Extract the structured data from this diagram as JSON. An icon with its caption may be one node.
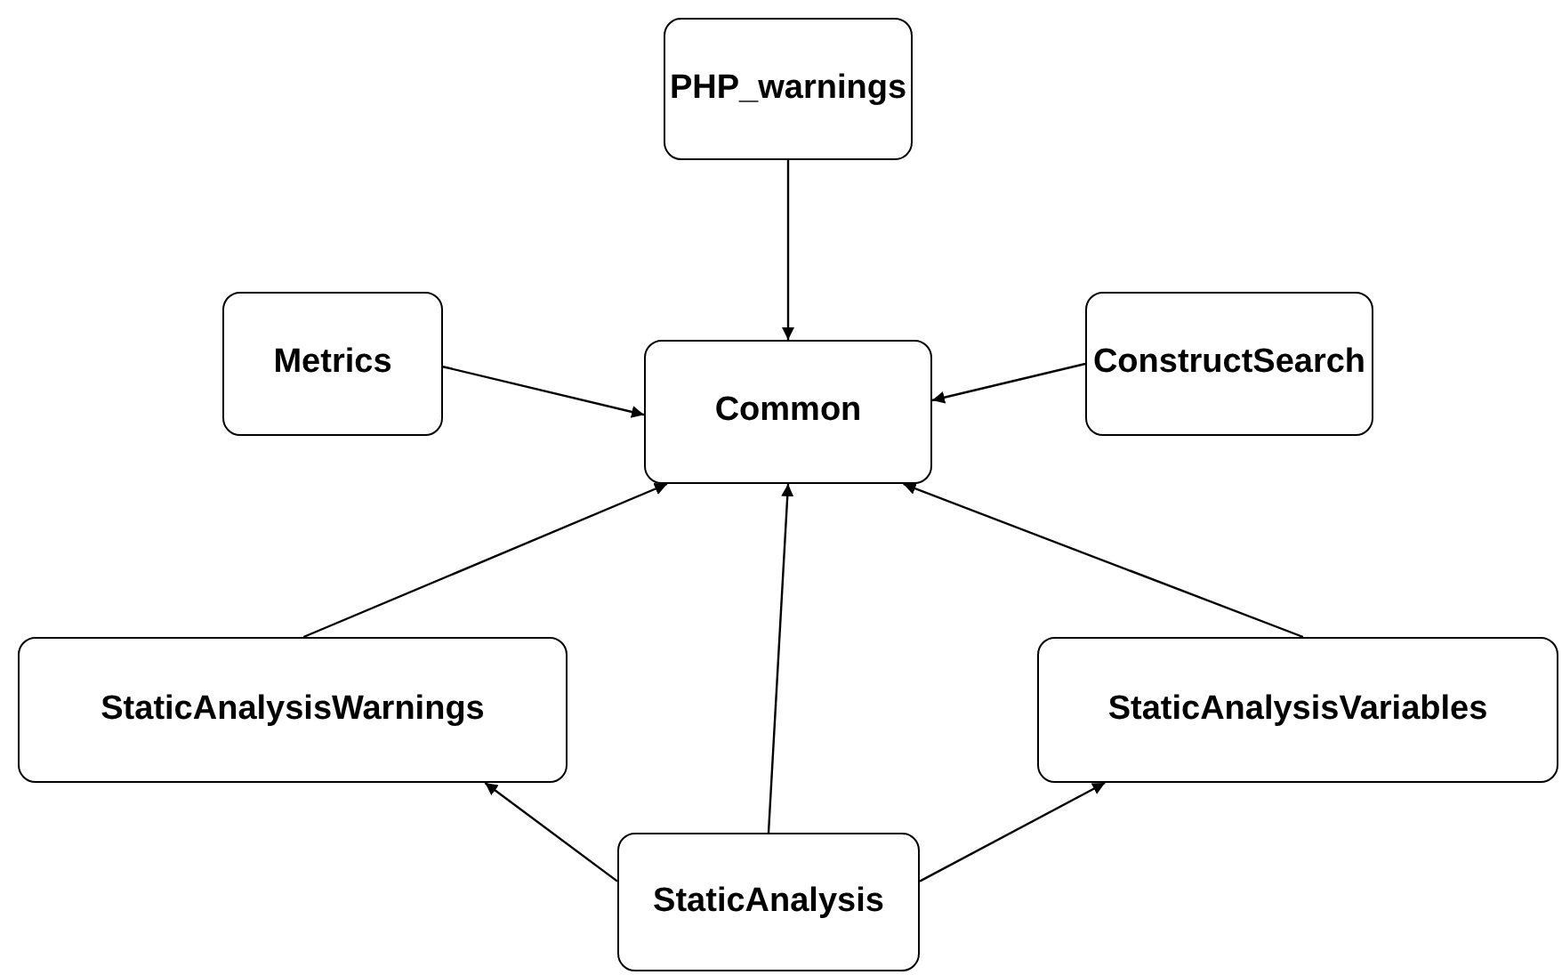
{
  "diagram": {
    "nodes": [
      {
        "text": [
          "PHP_warnings"
        ]
      },
      {
        "text": [
          "Metrics"
        ]
      },
      {
        "text": [
          "Common"
        ]
      },
      {
        "text": [
          "ConstructSearch"
        ]
      },
      {
        "text": [
          "StaticAnalysisWarnings"
        ]
      },
      {
        "text": [
          "StaticAnalysisVariables"
        ]
      },
      {
        "text": [
          "StaticAnalysis"
        ]
      }
    ],
    "edges": [
      {
        "from": 0,
        "to": 2,
        "arrow": "to"
      },
      {
        "from": 1,
        "to": 2,
        "arrow": "to"
      },
      {
        "from": 3,
        "to": 2,
        "arrow": "to"
      },
      {
        "from": 4,
        "to": 2,
        "arrow": "to"
      },
      {
        "from": 6,
        "to": 2,
        "arrow": "to"
      },
      {
        "from": 5,
        "to": 2,
        "arrow": "to"
      },
      {
        "from": 6,
        "to": 4,
        "arrow": "to"
      },
      {
        "from": 6,
        "to": 5,
        "arrow": "to"
      }
    ]
  }
}
